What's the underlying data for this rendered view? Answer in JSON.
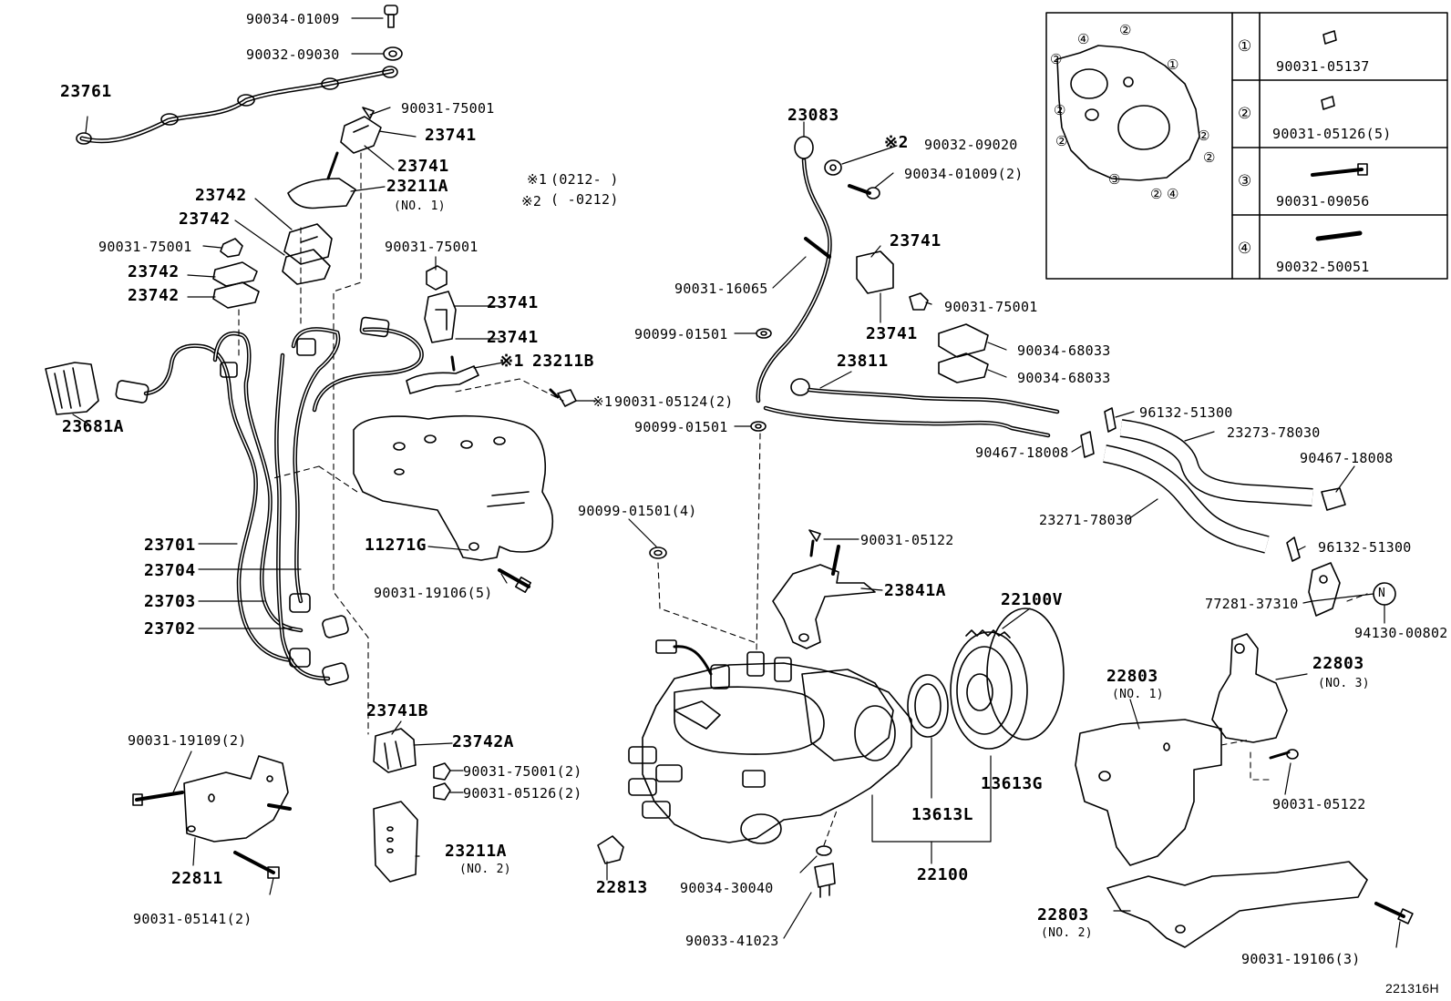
{
  "parts": {
    "p_23761": "23761",
    "p_90034_01009_top": "90034-01009",
    "p_90032_09030": "90032-09030",
    "p_90031_75001_a": "90031-75001",
    "p_23741_a": "23741",
    "p_23741_b": "23741",
    "p_23211A_1": "23211A",
    "p_23211A_1_sub": "(NO. 1)",
    "p_23742_a": "23742",
    "p_23742_b": "23742",
    "p_90031_75001_b": "90031-75001",
    "p_23742_c": "23742",
    "p_23742_d": "23742",
    "p_23681A": "23681A",
    "p_90031_75001_c": "90031-75001",
    "p_23741_c": "23741",
    "p_23741_d": "23741",
    "p_23211B": "23211B",
    "p_23211B_mark": "※1",
    "p_90031_05124": "90031-05124(2)",
    "p_90031_05124_mark": "※1",
    "p_11271G": "11271G",
    "p_90031_19106_5": "90031-19106(5)",
    "p_23701": "23701",
    "p_23704": "23704",
    "p_23703": "23703",
    "p_23702": "23702",
    "p_23741B": "23741B",
    "p_23742A": "23742A",
    "p_90031_75001_2": "90031-75001(2)",
    "p_90031_05126_2": "90031-05126(2)",
    "p_23211A_2": "23211A",
    "p_23211A_2_sub": "(NO. 2)",
    "p_90031_19109_2": "90031-19109(2)",
    "p_22811": "22811",
    "p_90031_05141_2": "90031-05141(2)",
    "p_22813": "22813",
    "p_90034_30040": "90034-30040",
    "p_90033_41023": "90033-41023",
    "p_90099_01501_4": "90099-01501(4)",
    "p_23083": "23083",
    "p_90032_09020": "90032-09020",
    "p_90032_09020_mark": "※2",
    "p_90034_01009_2": "90034-01009(2)",
    "p_90031_16065": "90031-16065",
    "p_23741_e": "23741",
    "p_90031_75001_d": "90031-75001",
    "p_23741_f": "23741",
    "p_90099_01501_a": "90099-01501",
    "p_90099_01501_b": "90099-01501",
    "p_90034_68033_a": "90034-68033",
    "p_90034_68033_b": "90034-68033",
    "p_23811": "23811",
    "p_96132_51300_a": "96132-51300",
    "p_23273_78030": "23273-78030",
    "p_90467_18008_a": "90467-18008",
    "p_90467_18008_b": "90467-18008",
    "p_23271_78030": "23271-78030",
    "p_96132_51300_b": "96132-51300",
    "p_77281_37310": "77281-37310",
    "p_94130_00802": "94130-00802",
    "p_N_mark": "N",
    "p_90031_05122_a": "90031-05122",
    "p_23841A": "23841A",
    "p_22100V": "22100V",
    "p_13613L": "13613L",
    "p_13613G": "13613G",
    "p_22100": "22100",
    "p_22803_1": "22803",
    "p_22803_1_sub": "(NO. 1)",
    "p_22803_3": "22803",
    "p_22803_3_sub": "(NO. 3)",
    "p_90031_05122_b": "90031-05122",
    "p_22803_2": "22803",
    "p_22803_2_sub": "(NO. 2)",
    "p_90031_19106_3": "90031-19106(3)"
  },
  "notes": {
    "note1_mark": "※1",
    "note1_text": "(0212-        )",
    "note2_mark": "※2",
    "note2_text": "(        -0212)"
  },
  "legend": {
    "rows": [
      {
        "num": "①",
        "part": "90031-05137"
      },
      {
        "num": "②",
        "part": "90031-05126(5)"
      },
      {
        "num": "③",
        "part": "90031-09056"
      },
      {
        "num": "④",
        "part": "90032-50051"
      }
    ],
    "gasket_marks": [
      "④",
      "②",
      "①",
      "②",
      "②",
      "②",
      "②",
      "③",
      "②",
      "④",
      "②"
    ]
  },
  "figure_id": "221316H"
}
